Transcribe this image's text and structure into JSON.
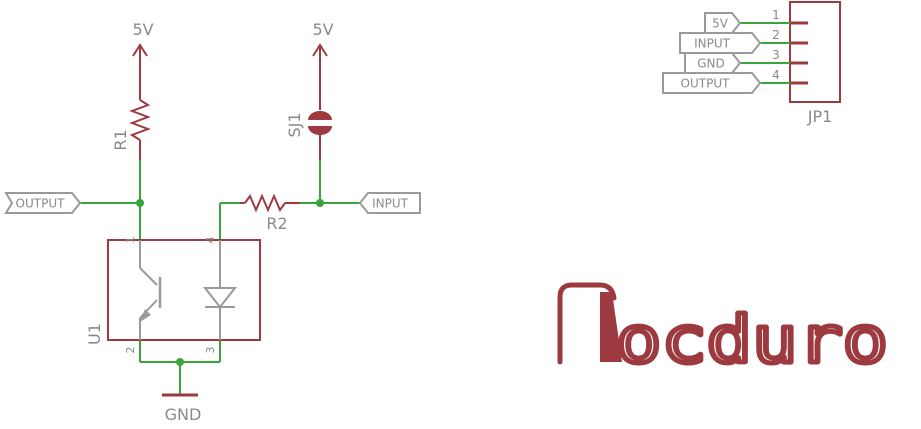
{
  "colors": {
    "wire": "#3aa63a",
    "part": "#9c3a3f",
    "text_gray": "#8a8a8a",
    "label_box": "#9a9a9a",
    "junction": "#3aa63a"
  },
  "supplies": {
    "left": "5V",
    "right": "5V",
    "ground": "GND"
  },
  "components": {
    "r1": "R1",
    "r2": "R2",
    "sj1": "SJ1",
    "u1": "U1",
    "jp1": "JP1"
  },
  "net_labels": {
    "output": "OUTPUT",
    "input": "INPUT"
  },
  "u1_pins": {
    "p1": "1",
    "p2": "2",
    "p3": "3",
    "p4": "4"
  },
  "connector": {
    "labels": [
      "5V",
      "INPUT",
      "GND",
      "OUTPUT"
    ],
    "pins": [
      "1",
      "2",
      "3",
      "4"
    ]
  },
  "logo": {
    "rest": "ocduro"
  }
}
